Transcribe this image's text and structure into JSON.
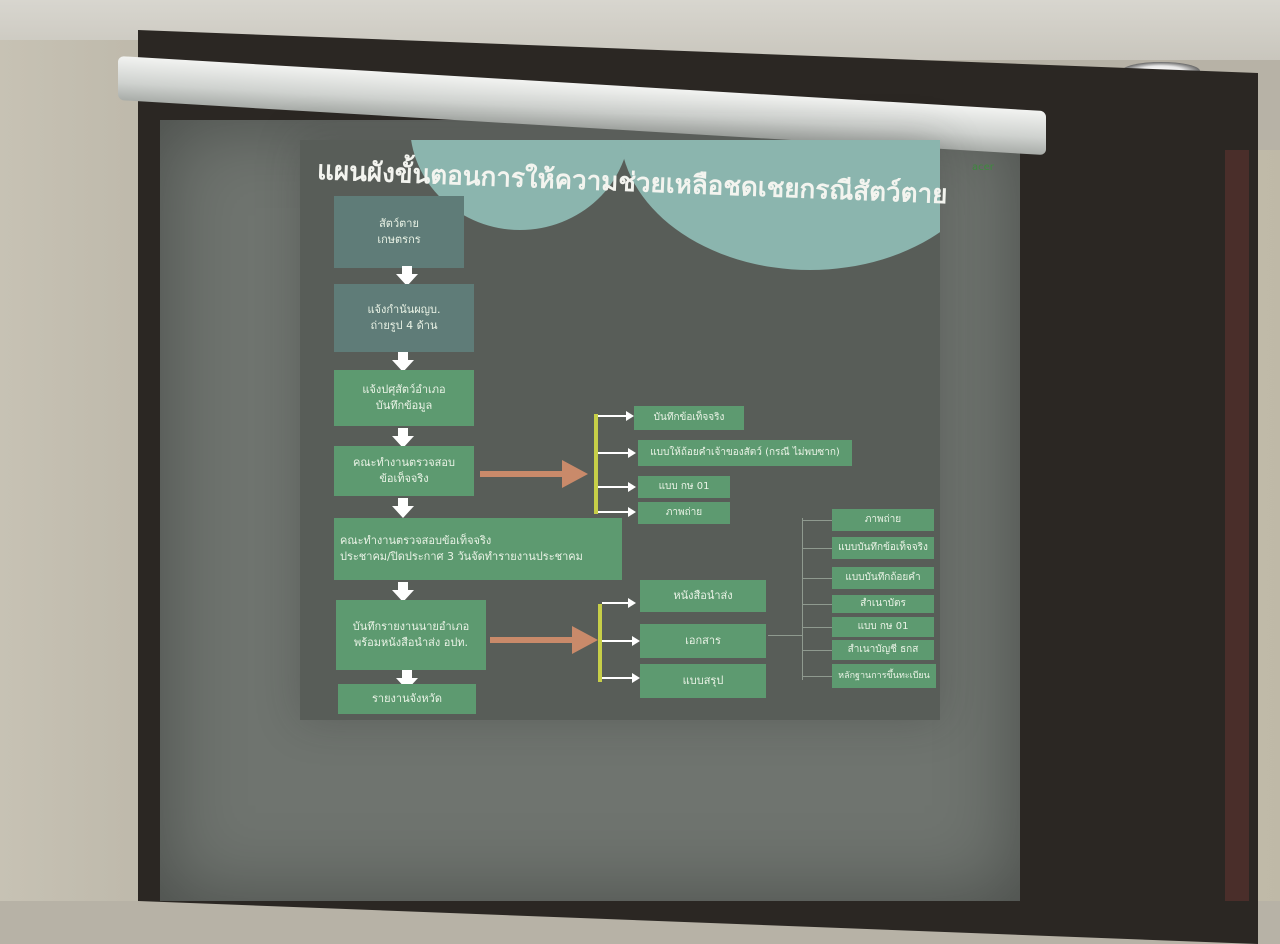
{
  "projector": {
    "brand": "acer"
  },
  "slide": {
    "title": "แผนผังขั้นตอนการให้ความช่วยเหลือชดเชยกรณีสัตว์ตาย",
    "steps": [
      {
        "lines": [
          "สัตว์ตาย",
          "เกษตรกร"
        ]
      },
      {
        "lines": [
          "แจ้งกำนันผญบ.",
          "ถ่ายรูป 4 ด้าน"
        ]
      },
      {
        "lines": [
          "แจ้งปศุสัตว์อำเภอ",
          "บันทึกข้อมูล"
        ]
      },
      {
        "lines": [
          "คณะทำงานตรวจสอบ",
          "ข้อเท็จจริง"
        ]
      },
      {
        "lines": [
          "คณะทำงานตรวจสอบข้อเท็จจริง",
          "ประชาคม/ปิดประกาศ 3 วันจัดทำรายงานประชาคม"
        ]
      },
      {
        "lines": [
          "บันทึกรายงานนายอำเภอ",
          "พร้อมหนังสือนำส่ง อปท."
        ]
      },
      {
        "lines": [
          "รายงานจังหวัด"
        ]
      }
    ],
    "branch_a": [
      "บันทึกข้อเท็จจริง",
      "แบบให้ถ้อยคำเจ้าของสัตว์ (กรณี ไม่พบซาก)",
      "แบบ กษ 01",
      "ภาพถ่าย"
    ],
    "branch_b": [
      "หนังสือนำส่ง",
      "เอกสาร",
      "แบบสรุป"
    ],
    "documents": [
      "ภาพถ่าย",
      "แบบบันทึกข้อเท็จจริง",
      "แบบบันทึกถ้อยคำ",
      "สำเนาบัตร",
      "แบบ กษ 01",
      "สำเนาบัญชี ธกส",
      "หลักฐานการขึ้นทะเบียน"
    ]
  }
}
